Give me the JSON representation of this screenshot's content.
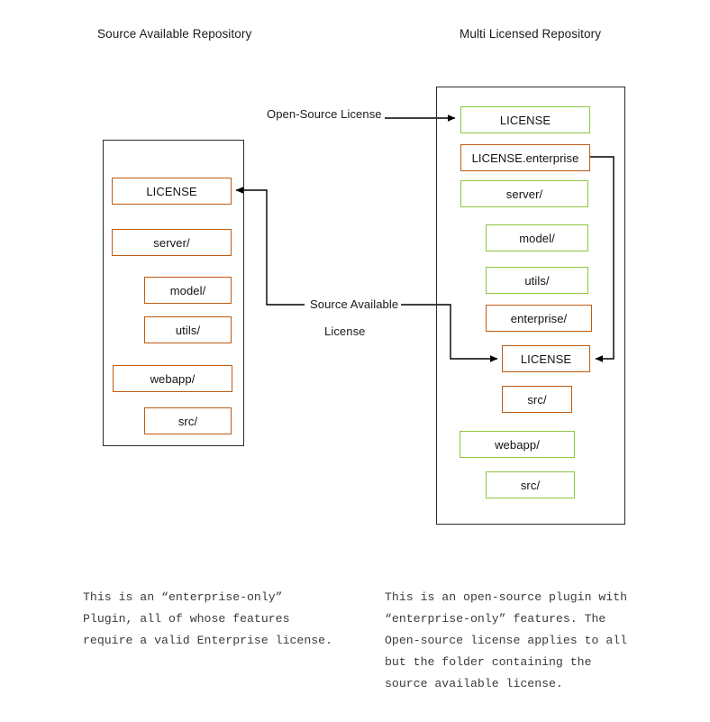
{
  "diagram": {
    "title_left": "Source Available Repository",
    "title_right": "Multi Licensed Repository",
    "colors": {
      "source_available": "#bf5b10",
      "open_source": "#8cc63e",
      "frame": "#2b2b2b",
      "text": "#111111",
      "caption": "#3b3b3b",
      "background": "#ffffff"
    },
    "edge_labels": {
      "open_source_license": "Open-Source License",
      "source_available_line1": "Source Available",
      "source_available_line2": "License"
    },
    "left_repo": {
      "name": "source-available-repository",
      "nodes": [
        {
          "label": "LICENSE",
          "license": "source-available",
          "indent": 0
        },
        {
          "label": "server/",
          "license": "source-available",
          "indent": 0
        },
        {
          "label": "model/",
          "license": "source-available",
          "indent": 1
        },
        {
          "label": "utils/",
          "license": "source-available",
          "indent": 1
        },
        {
          "label": "webapp/",
          "license": "source-available",
          "indent": 0
        },
        {
          "label": "src/",
          "license": "source-available",
          "indent": 1
        }
      ]
    },
    "right_repo": {
      "name": "multi-licensed-repository",
      "nodes": [
        {
          "label": "LICENSE",
          "license": "open-source",
          "indent": 0
        },
        {
          "label": "LICENSE.enterprise",
          "license": "source-available",
          "indent": 0
        },
        {
          "label": "server/",
          "license": "open-source",
          "indent": 0
        },
        {
          "label": "model/",
          "license": "open-source",
          "indent": 1
        },
        {
          "label": "utils/",
          "license": "open-source",
          "indent": 1
        },
        {
          "label": "enterprise/",
          "license": "source-available",
          "indent": 1
        },
        {
          "label": "LICENSE",
          "license": "source-available",
          "indent": 2
        },
        {
          "label": "src/",
          "license": "source-available",
          "indent": 2
        },
        {
          "label": "webapp/",
          "license": "open-source",
          "indent": 0
        },
        {
          "label": "src/",
          "license": "open-source",
          "indent": 1
        }
      ]
    },
    "captions": {
      "left": "This is an “enterprise-only”\nPlugin, all of whose features\nrequire a valid Enterprise license.",
      "right": "This is an open-source plugin with\n“enterprise-only” features. The\nOpen-source license applies to all\nbut the folder containing the\nsource available license."
    }
  }
}
